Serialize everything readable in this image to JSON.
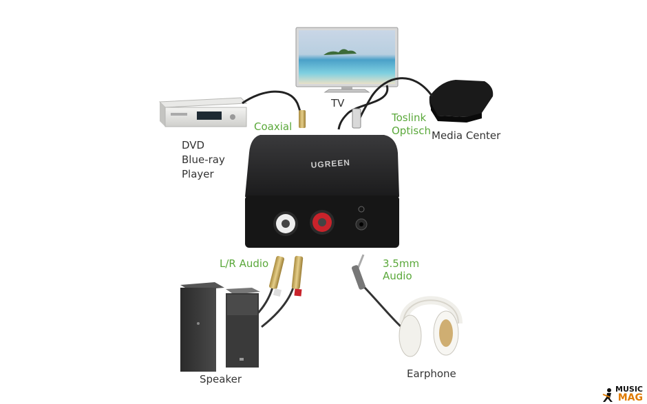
{
  "colors": {
    "connection_label": "#5aa83a",
    "device_label": "#333333",
    "converter_body": "#1b1b1c",
    "rca_red": "#c8232b",
    "rca_white": "#eeeeee",
    "watermark_accent": "#e07b00"
  },
  "labels": {
    "tv": "TV",
    "dvd_lines": [
      "DVD",
      "Blue-ray",
      "Player"
    ],
    "media_center": "Media Center",
    "coaxial": "Coaxial",
    "toslink_lines": [
      "Toslink",
      "Optisch"
    ],
    "lr_audio": "L/R Audio",
    "mm_audio_lines": [
      "3.5mm",
      "Audio"
    ],
    "speaker": "Speaker",
    "earphone": "Earphone"
  },
  "converter": {
    "brand": "UGREEN"
  },
  "watermark": {
    "line1": "MUSIC",
    "line2": "MAG"
  },
  "icons": [
    "tv-icon",
    "dvd-player-icon",
    "media-center-icon",
    "converter-box-icon",
    "speaker-icon",
    "headphones-icon"
  ]
}
